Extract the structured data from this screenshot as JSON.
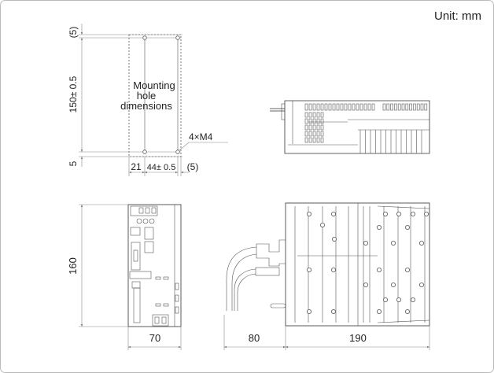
{
  "unit_label": "Unit: mm",
  "mounting": {
    "title_line1": "Mounting",
    "title_line2": "hole",
    "title_line3": "dimensions",
    "dim_top": "(5)",
    "dim_vertical": "150± 0.5",
    "dim_bottom": "5",
    "dim_left": "21",
    "dim_pitch": "44± 0.5",
    "dim_right": "(5)",
    "screw": "4×M4"
  },
  "front_view": {
    "height": "160",
    "width": "70"
  },
  "side_view": {
    "cable_clearance": "80",
    "depth": "190"
  }
}
